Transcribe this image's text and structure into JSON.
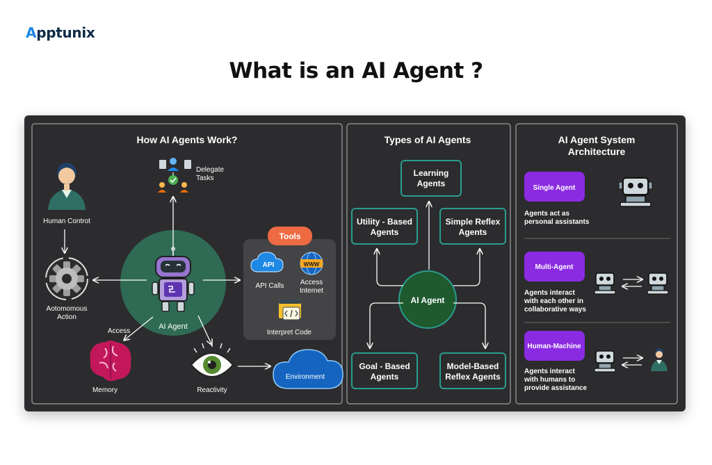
{
  "brand": {
    "name_prefix": "A",
    "name_rest": "pptunix"
  },
  "title": "What is an AI Agent ?",
  "panels": {
    "how": {
      "title": "How AI Agents Work?",
      "center": "AI Agent",
      "nodes": {
        "human": "Human Controt",
        "delegate_1": "Delegate",
        "delegate_2": "Tasks",
        "action_1": "Aotomomous",
        "action_2": "Action",
        "access": "Access",
        "memory": "Memory",
        "reactivity": "Reactivity",
        "environment": "Environment"
      },
      "tools": {
        "label": "Tools",
        "api_icon": "API",
        "www_icon": "WWW",
        "api_calls": "API Calls",
        "access_1": "Access",
        "access_2": "Internet",
        "interpret": "Interpret Code"
      }
    },
    "types": {
      "title": "Types of AI Agents",
      "center": "AI Agent",
      "learning_1": "Learning",
      "learning_2": "Agents",
      "utility_1": "Utility - Based",
      "utility_2": "Agents",
      "reflex_1": "Simple Reflex",
      "reflex_2": "Agents",
      "goal_1": "Goal - Based",
      "goal_2": "Agents",
      "model_1": "Model-Based",
      "model_2": "Reflex Agents"
    },
    "arch": {
      "title_1": "AI Agent System",
      "title_2": "Architecture",
      "single": {
        "label": "Single Agent",
        "desc_1": "Agents act as",
        "desc_2": "personal assistants"
      },
      "multi": {
        "label": "Multi-Agent",
        "desc_1": "Agents interact",
        "desc_2": "with each other in",
        "desc_3": "collaborative ways"
      },
      "human": {
        "label": "Human-Machine",
        "desc_1": "Agents interact",
        "desc_2": "with humans to",
        "desc_3": "provide assistance"
      }
    }
  },
  "colors": {
    "board": "#2c2c2e",
    "panel_border": "#8a8a8a",
    "teal": "#2a9d8f",
    "green_circle": "#2f6b54",
    "agent_green": "#1f5a2e",
    "tools_orange": "#ee6a42",
    "purple": "#8a2be2"
  }
}
